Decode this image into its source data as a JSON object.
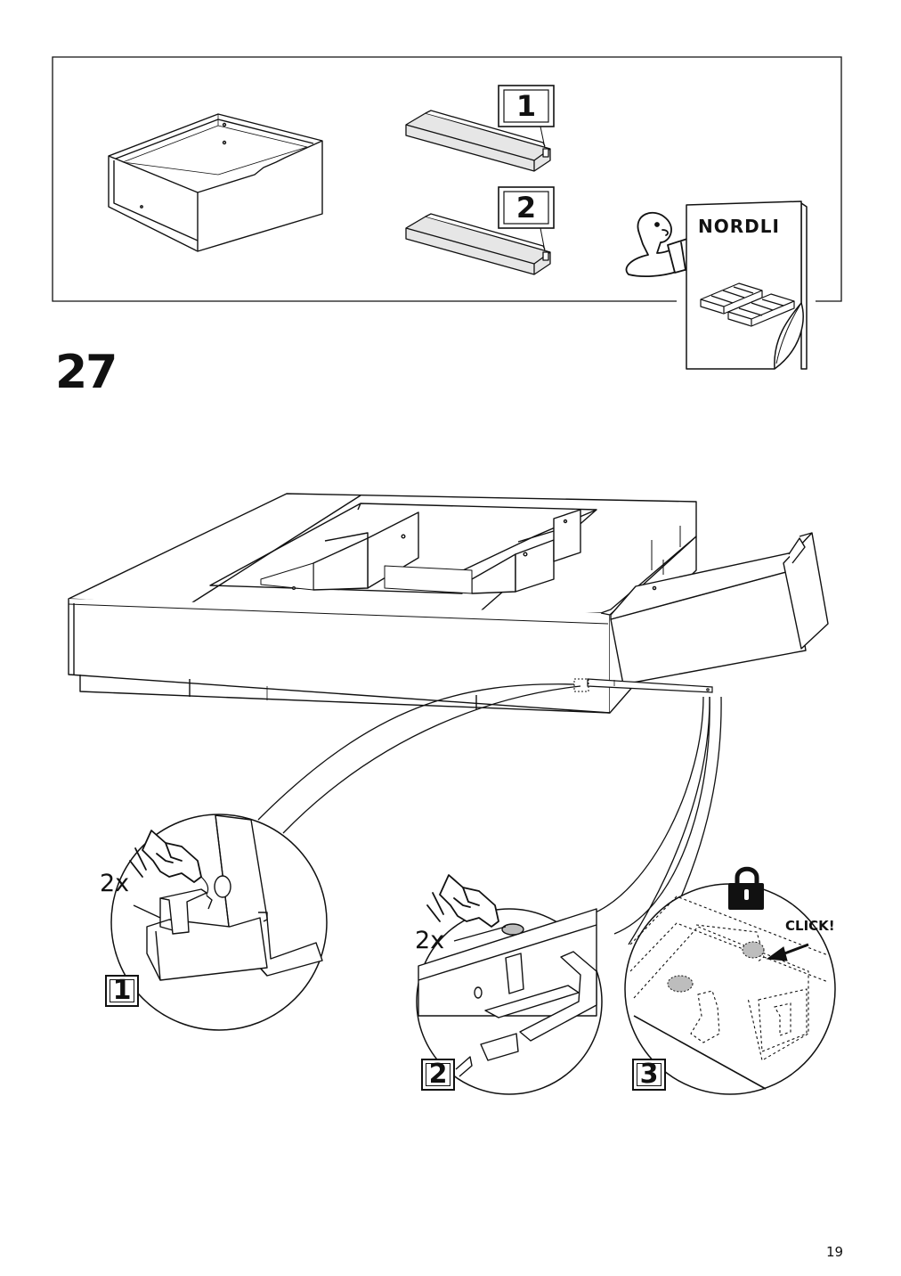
{
  "step": {
    "number": "27"
  },
  "page": {
    "number": "19"
  },
  "manual": {
    "title": "NORDLI"
  },
  "parts": {
    "label_1": "1",
    "label_2": "2"
  },
  "details": {
    "label_1": "1",
    "label_2": "2",
    "label_3": "3",
    "quantity_1": "2x",
    "quantity_2": "2x",
    "click_text": "CLICK!"
  }
}
